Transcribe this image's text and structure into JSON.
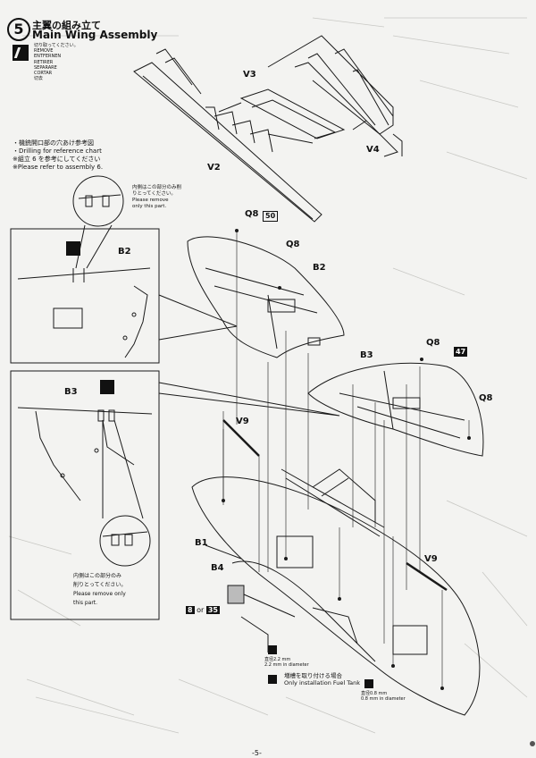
{
  "step": {
    "number": "5",
    "title_jp": "主翼の組み立て",
    "title_en": "Main Wing Assembly"
  },
  "cut_note": {
    "lines": [
      "切り取ってください。",
      "REMOVE",
      "ENTFERNEN",
      "RETIRER",
      "SEPARARE",
      "CORTAR",
      "切去"
    ]
  },
  "drill_note": {
    "line1": "・機銃開口部の穴あけ参考図",
    "line2": "・Drilling for reference chart",
    "line3": "※組立 6 を参考にしてください",
    "line4": "※Please refer to assembly 6."
  },
  "remove_note_top": {
    "jp": "内側はこの部分のみ削りとってください。",
    "en1": "Please remove",
    "en2": "only this part."
  },
  "remove_note_bottom": {
    "jp1": "内側はこの部分のみ",
    "jp2": "削りとってください。",
    "en1": "Please remove only",
    "en2": "this part."
  },
  "labels": {
    "V2": "V2",
    "V3": "V3",
    "V4": "V4",
    "Q8": "Q8",
    "B2": "B2",
    "B3": "B3",
    "V9": "V9",
    "B1": "B1",
    "B4": "B4",
    "badge_50": "50",
    "badge_47": "47",
    "badge_8": "8",
    "or": "or",
    "badge_35": "35"
  },
  "drill_size_1": {
    "jp": "直径2.2 mm",
    "en": "2.2 mm in diameter"
  },
  "fuel_tank": {
    "jp": "増槽を取り付ける場合",
    "en": "Only installation Fuel Tank"
  },
  "drill_size_2": {
    "jp": "直径0.8 mm",
    "en": "0.8 mm in diameter"
  },
  "page_number": "-5-"
}
